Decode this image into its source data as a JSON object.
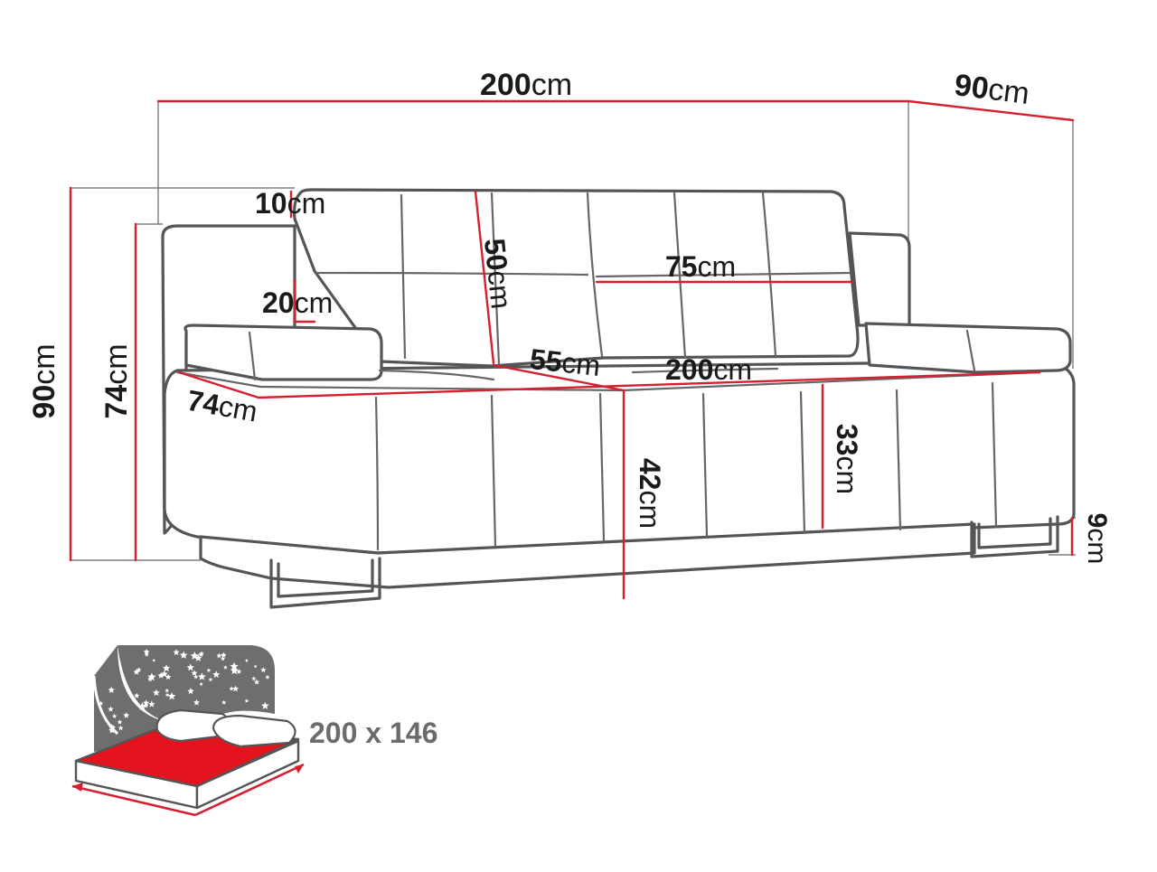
{
  "colors": {
    "dimension_line": "#d6202f",
    "outline": "#555555",
    "bed_mattress": "#e4141e",
    "night_panel": "#6e6e6e"
  },
  "unit": "cm",
  "dimensions": {
    "total_width": "200",
    "total_depth": "90",
    "total_height": "90",
    "armrest_height": "74",
    "armrest_width": "10",
    "armrest_thickness": "20",
    "backrest_height": "50",
    "backrest_width": "75",
    "seat_depth": "55",
    "seat_width": "200",
    "side_depth": "74",
    "seat_height": "42",
    "seat_cushion_height": "33",
    "leg_height": "9"
  },
  "bed": {
    "label": "200 x 146"
  }
}
